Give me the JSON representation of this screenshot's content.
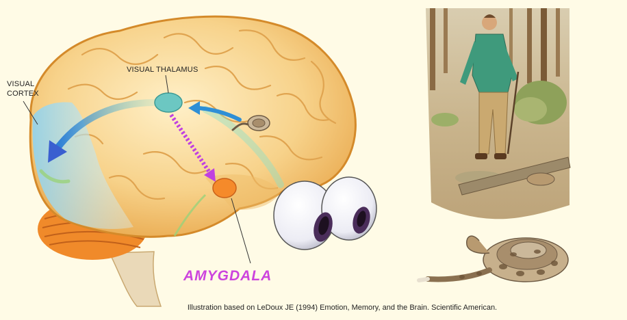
{
  "labels": {
    "visual_cortex": "VISUAL\nCORTEX",
    "visual_thalamus": "VISUAL THALAMUS",
    "amygdala": "AMYGDALA"
  },
  "caption": "Illustration based on LeDoux JE (1994) Emotion, Memory, and the Brain. Scientific American.",
  "colors": {
    "background": "#fffbe6",
    "brain": "#f7cc7e",
    "cerebellum": "#f08a2a",
    "visual_cortex_region": "#a9dff2",
    "thalamus": "#6cc7c2",
    "amygdala": "#f58a2a",
    "amygdala_label": "#cc44dd",
    "pathway_arrow": "#2f7fd6",
    "direct_pathway": "#c040e0"
  }
}
